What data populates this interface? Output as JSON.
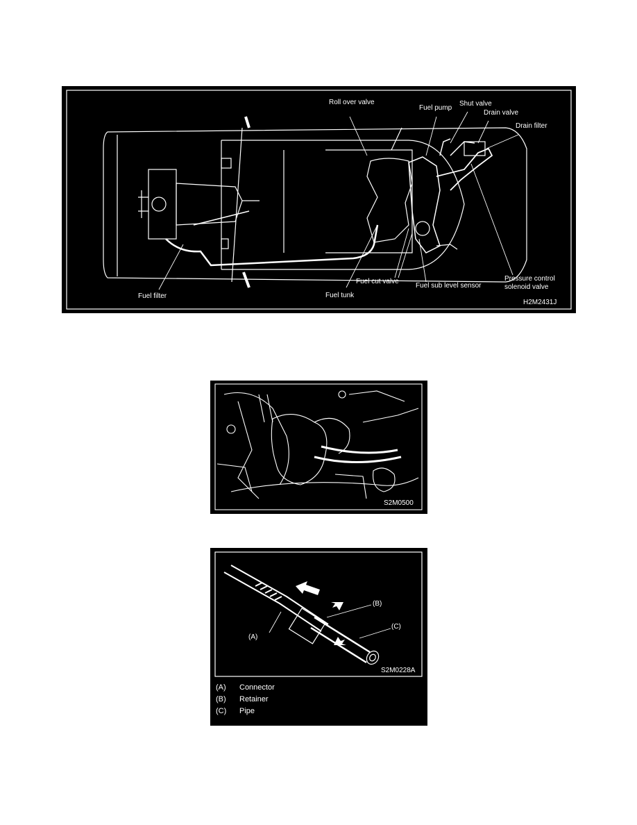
{
  "figure1": {
    "labels": {
      "roll_over_valve": "Roll over valve",
      "fuel_pump": "Fuel pump",
      "shut_valve": "Shut valve",
      "drain_valve": "Drain valve",
      "drain_filter": "Drain filter",
      "pressure_control_1": "Pressure control",
      "pressure_control_2": "solenoid valve",
      "fuel_sub_level_sensor": "Fuel sub level sensor",
      "fuel_cut_valve": "Fuel cut valve",
      "fuel_tunk": "Fuel tunk",
      "fuel_filter": "Fuel filter"
    },
    "code": "H2M2431J"
  },
  "figure2": {
    "code": "S2M0500"
  },
  "figure3": {
    "code": "S2M0228A",
    "callouts": {
      "a": "(A)",
      "b": "(B)",
      "c": "(C)"
    },
    "legend": [
      {
        "key": "(A)",
        "text": "Connector"
      },
      {
        "key": "(B)",
        "text": "Retainer"
      },
      {
        "key": "(C)",
        "text": "Pipe"
      }
    ]
  }
}
